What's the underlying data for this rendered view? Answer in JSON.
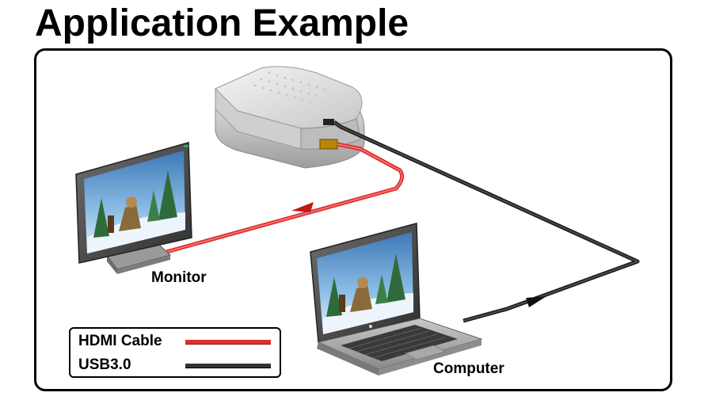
{
  "title": "Application Example",
  "devices": {
    "monitor_label": "Monitor",
    "computer_label": "Computer"
  },
  "legend": {
    "items": [
      {
        "label": "HDMI Cable",
        "color": "#e03030"
      },
      {
        "label": "USB3.0",
        "color": "#333333"
      }
    ]
  },
  "colors": {
    "hdmi": "#e03030",
    "usb": "#2e2e2e",
    "box": "#d9d9d9",
    "screen_sky": "#6fa7d8",
    "snow": "#eef4fb"
  }
}
